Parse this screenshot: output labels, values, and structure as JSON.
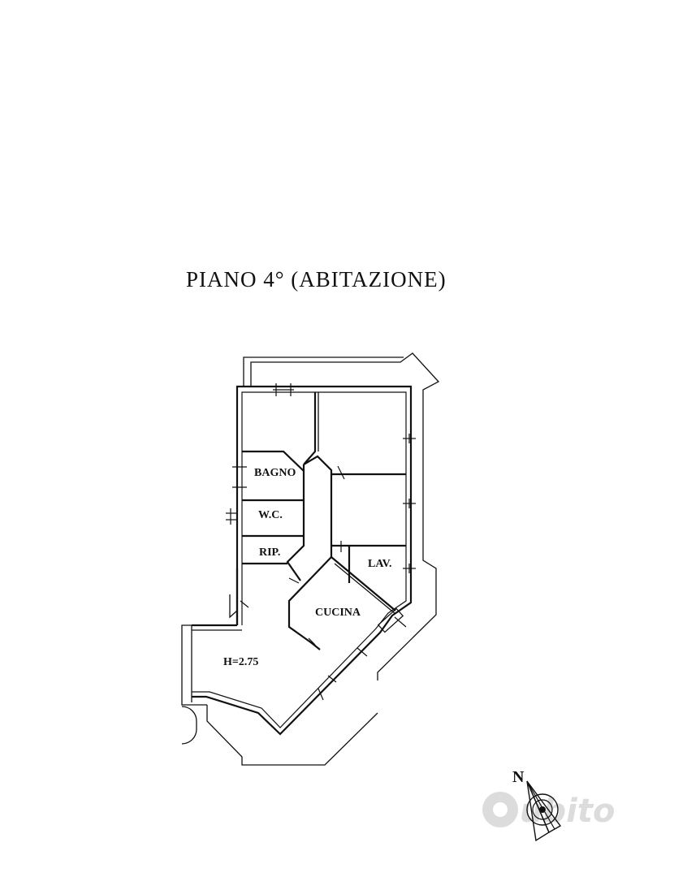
{
  "title": "PIANO 4° (ABITAZIONE)",
  "rooms": {
    "bagno": "BAGNO",
    "wc": "W.C.",
    "rip": "RIP.",
    "lav": "LAV.",
    "cucina": "CUCINA",
    "height": "H=2.75"
  },
  "compass": {
    "north": "N"
  },
  "watermark": {
    "text": "ubito",
    "logo": "subito-logo"
  }
}
